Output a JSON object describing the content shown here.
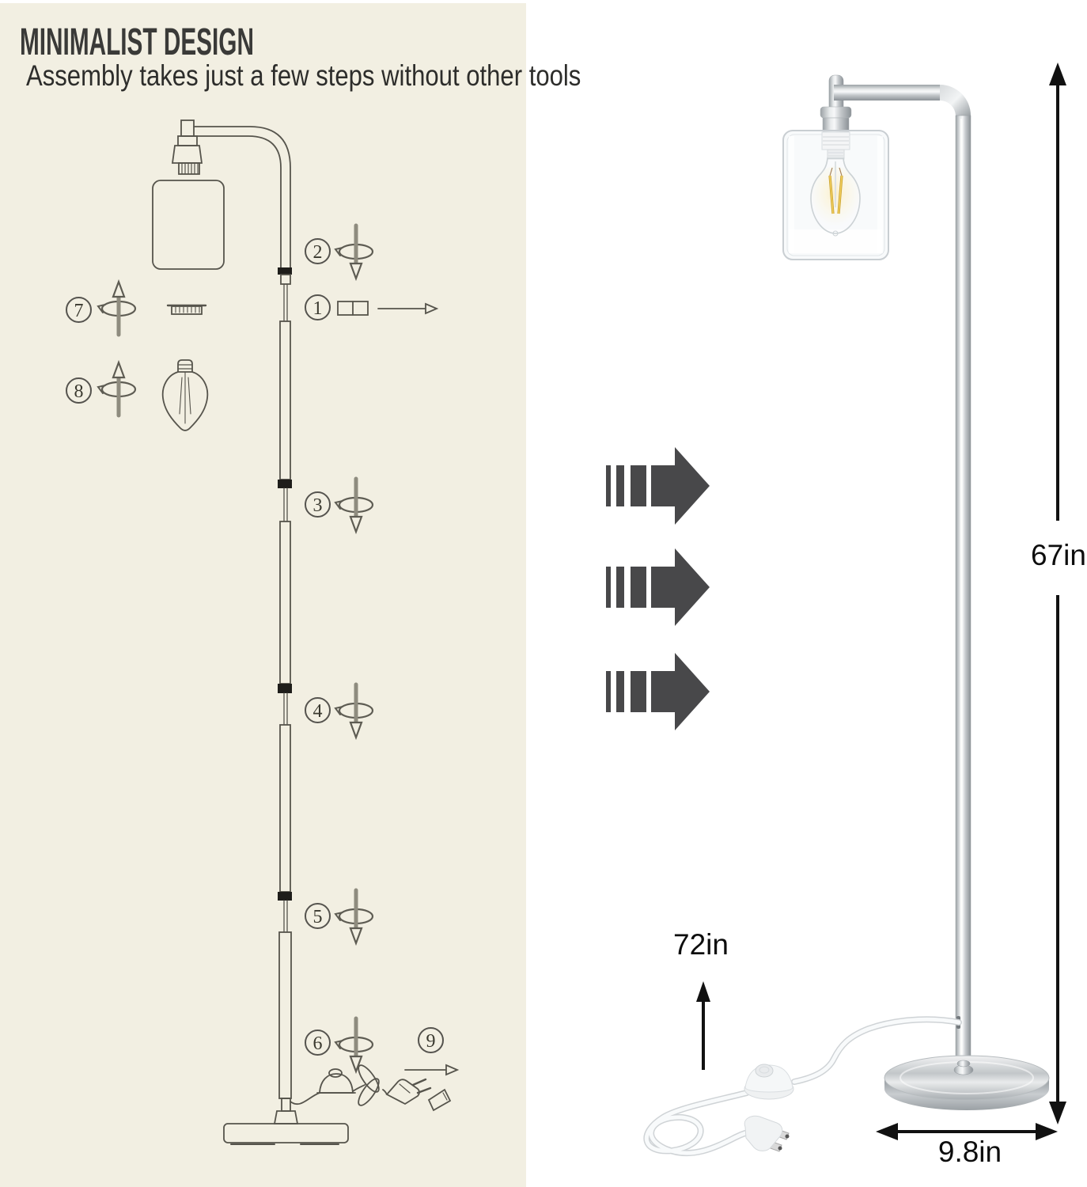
{
  "left_panel": {
    "bg_color": "#f2efe2",
    "title": "MINIMALIST DESIGN",
    "subtitle": "Assembly takes just a few steps without other tools",
    "steps": [
      {
        "label": "1"
      },
      {
        "label": "2"
      },
      {
        "label": "3"
      },
      {
        "label": "4"
      },
      {
        "label": "5"
      },
      {
        "label": "6"
      },
      {
        "label": "7"
      },
      {
        "label": "8"
      },
      {
        "label": "9"
      }
    ]
  },
  "right_panel": {
    "height_label": "67in",
    "cord_label": "72in",
    "base_label": "9.8in",
    "arrow_color": "#48484a"
  },
  "colors": {
    "panel_bg": "#f2efe2",
    "sketch_line": "#56544c",
    "transition_arrow": "#48484a",
    "dimension_text": "#0d0d0d",
    "filament_yellow": "#e5b83a",
    "chrome_light": "#f4f6f7",
    "chrome_dark": "#8b9196"
  },
  "icons": {
    "rotate_down": "screw-clockwise-down",
    "rotate_up": "screw-clockwise-up",
    "slide_right": "slide-right-arrow",
    "block_arrow": "transition-arrow-right",
    "dimension_vertical": "double-headed-vertical-arrow",
    "dimension_horizontal": "double-headed-horizontal-arrow"
  }
}
